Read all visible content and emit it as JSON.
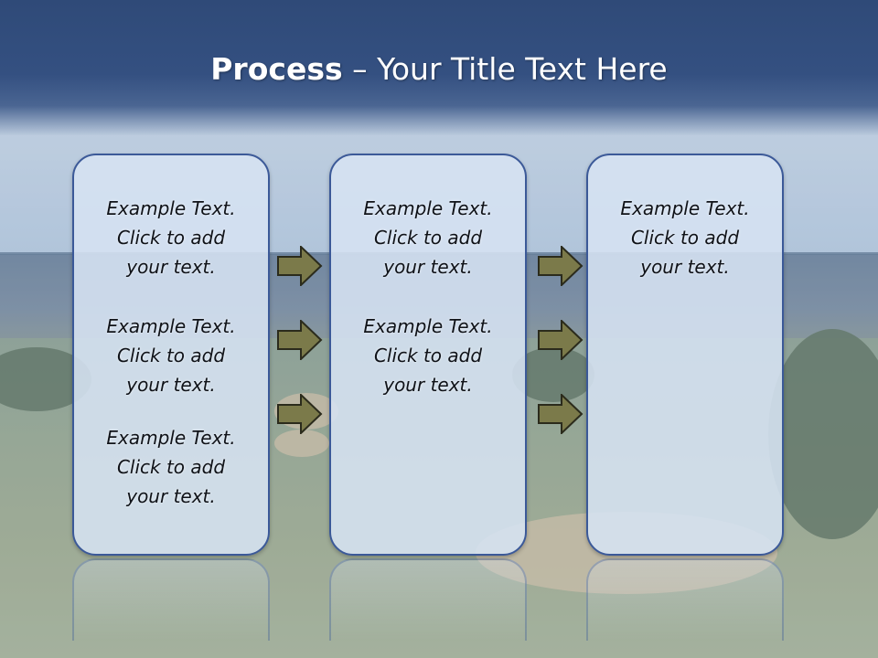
{
  "slide": {
    "title_bold": "Process",
    "title_rest": " – Your Title Text Here"
  },
  "columns": [
    {
      "blocks": [
        {
          "line1": "Example Text.",
          "line2": "Click  to add",
          "line3": "your text."
        },
        {
          "line1": "Example Text.",
          "line2": "Click  to add",
          "line3": "your text."
        },
        {
          "line1": "Example Text.",
          "line2": "Click  to add",
          "line3": "your text."
        }
      ]
    },
    {
      "blocks": [
        {
          "line1": "Example Text.",
          "line2": "Click  to add",
          "line3": "your text."
        },
        {
          "line1": "Example Text.",
          "line2": "Click  to add",
          "line3": "your text."
        }
      ]
    },
    {
      "blocks": [
        {
          "line1": "Example Text.",
          "line2": "Click  to add",
          "line3": "your text."
        }
      ]
    }
  ],
  "colors": {
    "title_bar": "#2f4a78",
    "panel_border": "#3b5998",
    "panel_fill": "#d6e2f2",
    "arrow_fill": "#7b7a4a",
    "arrow_stroke": "#2b2b1c"
  },
  "icons": {
    "arrow": "right-arrow-icon"
  }
}
